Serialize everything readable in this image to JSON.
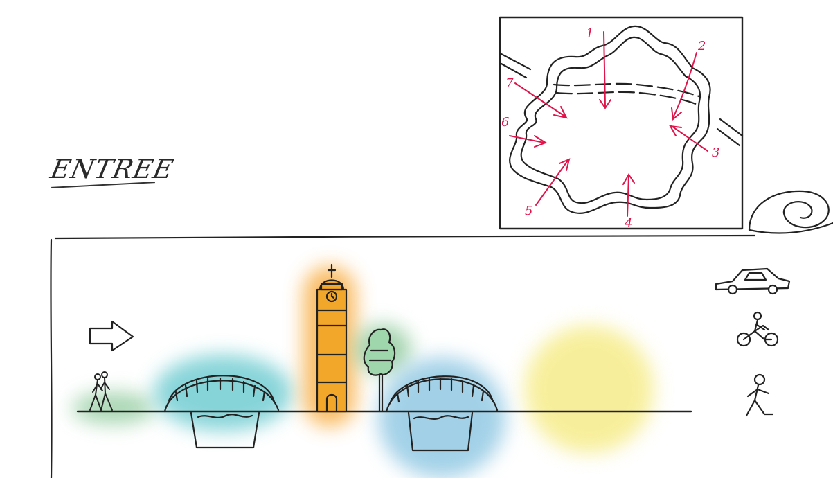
{
  "title": "ENTREE",
  "map_arrows": [
    {
      "label": "1"
    },
    {
      "label": "2"
    },
    {
      "label": "3"
    },
    {
      "label": "4"
    },
    {
      "label": "5"
    },
    {
      "label": "6"
    },
    {
      "label": "7"
    }
  ],
  "legend_modes": [
    {
      "icon": "car-icon"
    },
    {
      "icon": "bicycle-icon"
    },
    {
      "icon": "walking-person-icon"
    }
  ],
  "colors": {
    "ink": "#222222",
    "route_red": "#e0134a",
    "glow_green": "#8cc99a",
    "glow_teal": "#5fc6cc",
    "glow_orange": "#f7a530",
    "glow_blue": "#8cc6e2",
    "glow_yellow": "#f6ec8a",
    "tower_fill": "#f3a72a",
    "tree_fill": "#9fd6ab"
  }
}
